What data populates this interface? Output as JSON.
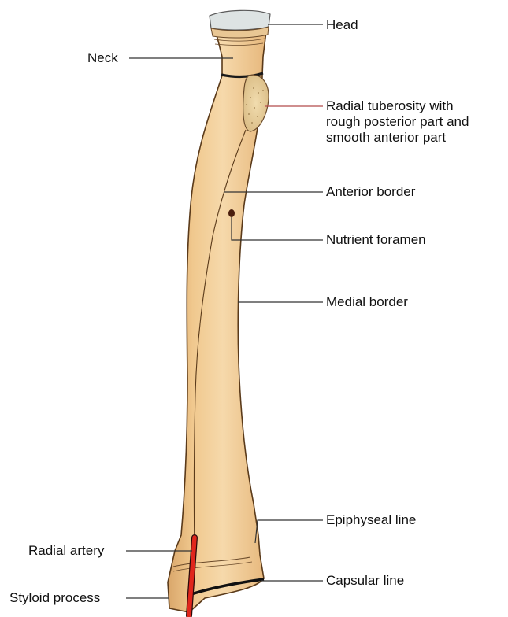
{
  "labels": {
    "head": "Head",
    "neck": "Neck",
    "radial_tuberosity": [
      "Radial tuberosity with",
      "rough posterior part and",
      "smooth anterior part"
    ],
    "anterior_border": "Anterior border",
    "nutrient_foramen": "Nutrient foramen",
    "medial_border": "Medial border",
    "epiphyseal_line": "Epiphyseal line",
    "radial_artery": "Radial artery",
    "capsular_line": "Capsular line",
    "styloid_process": "Styloid process"
  },
  "colors": {
    "bone": "#f2cf9b",
    "bone_shadow": "#d9a96a",
    "bone_outline": "#5a3a1a",
    "head_cartilage": "#dfe4e4",
    "artery": "#e0261c",
    "capsular_line": "#111111",
    "leader": "#333333",
    "tuberosity_leader": "#b24a4a"
  }
}
